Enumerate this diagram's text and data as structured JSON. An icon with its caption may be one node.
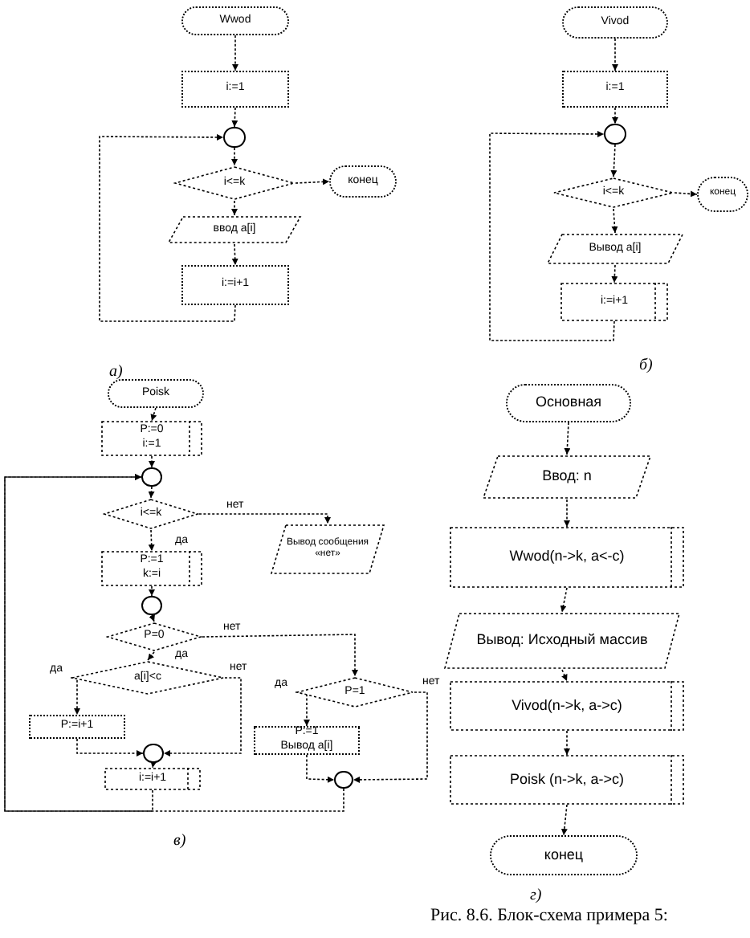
{
  "diagram": {
    "caption": "Рис. 8.6. Блок-схема примера 5:",
    "nodes": [
      {
        "text": [
          "Wwod"
        ]
      },
      {
        "text": [
          "i:=1"
        ]
      },
      {
        "text": [],
        "shape": "circle"
      },
      {
        "text": [
          "i<=k"
        ]
      },
      {
        "text": [
          "конец"
        ]
      },
      {
        "text": [
          "ввод a[i]"
        ]
      },
      {
        "text": [
          "i:=i+1"
        ]
      },
      {
        "text": [
          "Vivod"
        ]
      },
      {
        "text": [
          "i:=1"
        ]
      },
      {
        "text": [],
        "shape": "circle"
      },
      {
        "text": [
          "i<=k"
        ]
      },
      {
        "text": [
          "конец"
        ]
      },
      {
        "text": [
          "Вывод a[i]"
        ]
      },
      {
        "text": [
          "i:=i+1"
        ]
      },
      {
        "text": [
          "Poisk"
        ]
      },
      {
        "text": [
          "P:=0",
          "i:=1"
        ]
      },
      {
        "text": [],
        "shape": "circle"
      },
      {
        "text": [
          "i<=k"
        ]
      },
      {
        "text": [
          "Вывод сообщения",
          "«нет»"
        ]
      },
      {
        "text": [
          "P:=1",
          "k:=i"
        ]
      },
      {
        "text": [],
        "shape": "circle"
      },
      {
        "text": [
          "P=0"
        ]
      },
      {
        "text": [
          "a[i]<c"
        ]
      },
      {
        "text": [
          "P=1"
        ]
      },
      {
        "text": [
          "P:=i+1"
        ]
      },
      {
        "text": [
          "P:=1",
          "Вывод a[i]"
        ]
      },
      {
        "text": [],
        "shape": "circle"
      },
      {
        "text": [
          "i:=i+1"
        ]
      },
      {
        "text": [],
        "shape": "circle"
      },
      {
        "text": [
          "Основная"
        ]
      },
      {
        "text": [
          "Ввод: n"
        ]
      },
      {
        "text": [
          "Wwod(n->k, a<-c)"
        ]
      },
      {
        "text": [
          "Вывод: Исходный массив"
        ]
      },
      {
        "text": [
          "Vivod(n->k, a->c)"
        ]
      },
      {
        "text": [
          "Poisk (n->k, a->c)"
        ]
      },
      {
        "text": [
          "конец"
        ]
      }
    ],
    "edges": [
      {
        "from": 0,
        "to": 1,
        "arrow": "to"
      },
      {
        "from": 1,
        "to": 2,
        "arrow": "to"
      },
      {
        "from": 2,
        "to": 3,
        "arrow": "to"
      },
      {
        "from": 3,
        "to": 4,
        "arrow": "to"
      },
      {
        "from": 3,
        "to": 5,
        "arrow": "to"
      },
      {
        "from": 5,
        "to": 6,
        "arrow": "to"
      },
      {
        "from": 6,
        "to": 2,
        "arrow": "to"
      },
      {
        "from": 7,
        "to": 8,
        "arrow": "to"
      },
      {
        "from": 8,
        "to": 9,
        "arrow": "to"
      },
      {
        "from": 9,
        "to": 10,
        "arrow": "to"
      },
      {
        "from": 10,
        "to": 11,
        "arrow": "to"
      },
      {
        "from": 10,
        "to": 12,
        "arrow": "to"
      },
      {
        "from": 12,
        "to": 13,
        "arrow": "to"
      },
      {
        "from": 13,
        "to": 9,
        "arrow": "to"
      },
      {
        "from": 14,
        "to": 15,
        "arrow": "to"
      },
      {
        "from": 15,
        "to": 16,
        "arrow": "to"
      },
      {
        "from": 16,
        "to": 17,
        "arrow": "to"
      },
      {
        "from": 17,
        "to": 18,
        "label": "нет",
        "arrow": "to"
      },
      {
        "from": 17,
        "to": 19,
        "label": "да",
        "arrow": "to"
      },
      {
        "from": 19,
        "to": 20,
        "arrow": "to"
      },
      {
        "from": 20,
        "to": 21,
        "arrow": "to"
      },
      {
        "from": 21,
        "to": 22,
        "label": "да",
        "arrow": "to"
      },
      {
        "from": 21,
        "to": 23,
        "label": "нет",
        "arrow": "to"
      },
      {
        "from": 22,
        "to": 24,
        "label": "да",
        "arrow": "to"
      },
      {
        "from": 22,
        "to": 26,
        "label": "нет",
        "arrow": "to"
      },
      {
        "from": 24,
        "to": 26,
        "arrow": "to"
      },
      {
        "from": 23,
        "to": 25,
        "label": "да",
        "arrow": "to"
      },
      {
        "from": 23,
        "to": 28,
        "label": "нет",
        "arrow": "to"
      },
      {
        "from": 25,
        "to": 28,
        "arrow": "to"
      },
      {
        "from": 26,
        "to": 27,
        "arrow": "to"
      },
      {
        "from": 27,
        "to": 16,
        "arrow": "to"
      },
      {
        "from": 28,
        "to": 16,
        "arrow": "to"
      },
      {
        "from": 29,
        "to": 30,
        "arrow": "to"
      },
      {
        "from": 30,
        "to": 31,
        "arrow": "to"
      },
      {
        "from": 31,
        "to": 32,
        "arrow": "to"
      },
      {
        "from": 32,
        "to": 33,
        "arrow": "to"
      },
      {
        "from": 33,
        "to": 34,
        "arrow": "to"
      },
      {
        "from": 34,
        "to": 35,
        "arrow": "to"
      }
    ],
    "labels": [
      "а)",
      "б)",
      "в)",
      "г)"
    ]
  }
}
